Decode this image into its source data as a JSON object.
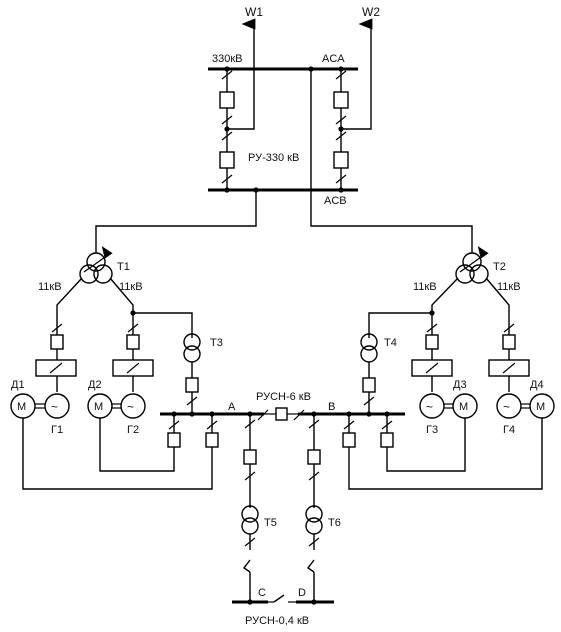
{
  "labels": {
    "w1": "W1",
    "w2": "W2",
    "kv330": "330кВ",
    "aca": "ACA",
    "acb": "ACB",
    "ru330": "РУ-330 кВ",
    "t1": "T1",
    "t2": "T2",
    "t1_left": "11кВ",
    "t1_right": "11кВ",
    "t2_left": "11кВ",
    "t2_right": "11кВ",
    "t3": "T3",
    "t4": "T4",
    "d1": "Д1",
    "d2": "Д2",
    "d3": "Д3",
    "d4": "Д4",
    "g1": "Г1",
    "g2": "Г2",
    "g3": "Г3",
    "g4": "Г4",
    "motor": "M",
    "gen": "~",
    "rusn6": "РУСН-6 кВ",
    "a": "A",
    "b": "B",
    "t5": "T5",
    "t6": "T6",
    "c": "C",
    "d": "D",
    "rusn04": "РУСН-0,4 кВ"
  },
  "colors": {
    "line": "#000000",
    "text": "#111111",
    "background": "#ffffff"
  }
}
